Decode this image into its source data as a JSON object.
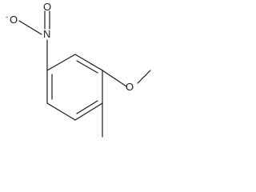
{
  "structure": {
    "atoms": {
      "nitro_oxygen_left": "O",
      "nitro_oxygen_left_charge": "-",
      "nitro_nitrogen": "N",
      "nitro_oxygen_top": "O",
      "methoxy_oxygen": "O"
    }
  }
}
